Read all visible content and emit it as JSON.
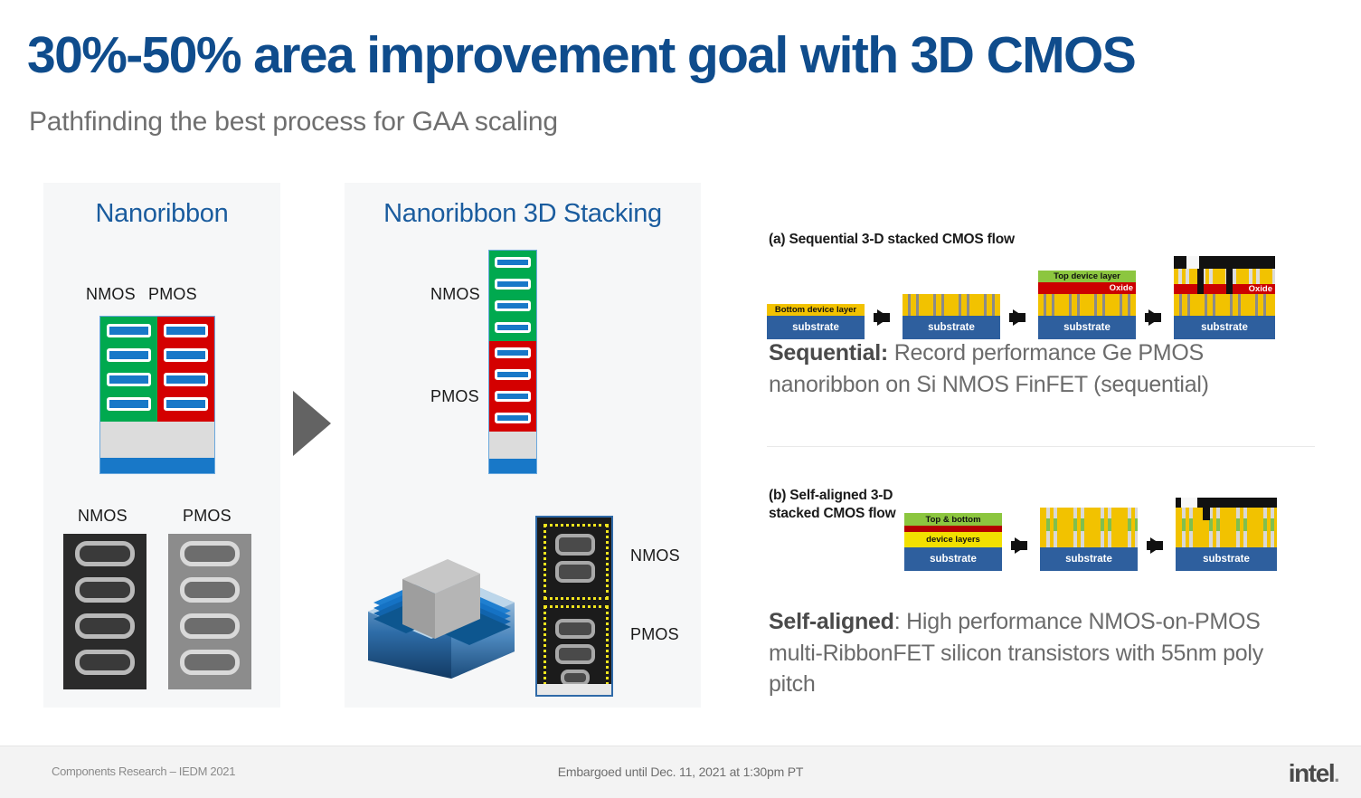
{
  "header": {
    "title": "30%-50% area improvement goal with 3D CMOS",
    "subtitle": "Pathfinding the best process for GAA scaling",
    "title_color": "#0f4c8c",
    "subtitle_color": "#6f6f6f"
  },
  "panels": {
    "nanoribbon": {
      "title": "Nanoribbon",
      "diagram_labels": {
        "nmos": "NMOS",
        "pmos": "PMOS"
      },
      "micrograph_labels": {
        "nmos": "NMOS",
        "pmos": "PMOS"
      }
    },
    "stacking": {
      "title": "Nanoribbon 3D Stacking",
      "diagram_labels": {
        "nmos": "NMOS",
        "pmos": "PMOS"
      },
      "micrograph_labels": {
        "nmos": "NMOS",
        "pmos": "PMOS"
      }
    }
  },
  "transition_arrow": "arrow-right",
  "right_column": {
    "sequential": {
      "flow_caption": "(a) Sequential 3-D stacked CMOS flow",
      "stage_labels": {
        "bottom_device_layer": "Bottom device layer",
        "top_device_layer": "Top device layer",
        "oxide": "Oxide",
        "substrate": "substrate"
      },
      "body_bold": "Sequential:",
      "body_rest": " Record performance Ge PMOS nanoribbon on Si NMOS FinFET (sequential)"
    },
    "self_aligned": {
      "flow_caption_line1": "(b) Self-aligned 3-D",
      "flow_caption_line2": "stacked CMOS flow",
      "stage_labels": {
        "top_bottom": "Top & bottom",
        "device_layers": "device layers",
        "substrate": "substrate"
      },
      "body_bold": "Self-aligned",
      "body_rest": ": High performance NMOS-on-PMOS multi-RibbonFET silicon transistors with 55nm poly pitch"
    }
  },
  "footer": {
    "left": "Components Research – IEDM 2021",
    "center": "Embargoed until Dec. 11, 2021 at 1:30pm PT",
    "logo": "intel",
    "logo_dot": "."
  },
  "colors": {
    "title_blue": "#0f4c8c",
    "panel_title_blue": "#1a5c9e",
    "nmos_green": "#00a94f",
    "pmos_red": "#d40000",
    "ribbon_blue": "#1878c8",
    "substrate_blue": "#2e5f9e",
    "oxide_red": "#cc0000",
    "device_yellow": "#f2c200",
    "top_layer_green": "#8cc63f",
    "dash_yellow": "#f2e51d",
    "panel_bg": "#f6f7f8",
    "footer_bg": "#f3f3f3"
  }
}
